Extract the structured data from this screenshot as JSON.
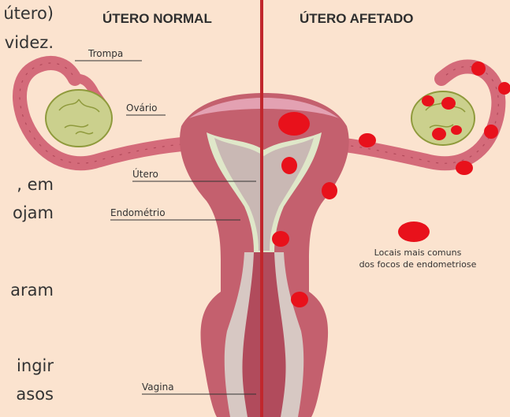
{
  "left_text_fragments": [
    "útero)",
    "videz.",
    ", em",
    "ojam",
    "aram",
    "ingir",
    "asos"
  ],
  "headings": {
    "normal": "ÚTERO NORMAL",
    "affected": "ÚTERO AFETADO"
  },
  "labels": {
    "trompa": "Trompa",
    "ovario": "Ovário",
    "utero": "Útero",
    "endometrio": "Endométrio",
    "vagina": "Vagina"
  },
  "legend": {
    "line1": "Locais mais comuns",
    "line2": "dos focos de endometriose"
  },
  "colors": {
    "background": "#fbe3cf",
    "divider": "#c1272d",
    "tube": "#d46b7a",
    "uterus_wall": "#c4606e",
    "endometrium": "#dfe7c9",
    "cavity": "#c9b8b4",
    "ovary": "#cbd08d",
    "lesion": "#e8111b"
  }
}
